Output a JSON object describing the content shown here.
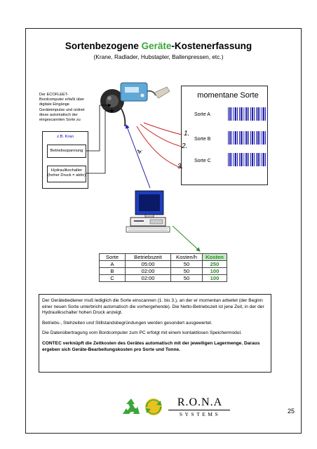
{
  "header": {
    "title_part1": "Sortenbezogene ",
    "title_accent": "Geräte",
    "title_part2": "-Kostenerfassung",
    "subtitle": "(Krane, Radlader, Hubstapler, Ballenpressen, etc.)"
  },
  "diagram": {
    "intro_text": "Der ECOFLEET-Bordcomputer erfaßt über digitale Eingänge Geräteimpulse und ordnet diese automatisch der eingescannten Sorte zu",
    "crane_label": "z.B. Kran",
    "input1": "Betriebsspannung",
    "input2": "Hydraulikschalter (hoher Druck = aktiv)",
    "arrow_label": "4.",
    "sorte_title": "momentane Sorte",
    "sorten": [
      {
        "name": "Sorte A",
        "num": "1."
      },
      {
        "name": "Sorte B",
        "num": "2."
      },
      {
        "name": "Sorte C",
        "num": "3."
      }
    ]
  },
  "table": {
    "headers": [
      "Sorte",
      "Betriebszeit",
      "Kosten/h",
      "Kosten"
    ],
    "rows": [
      [
        "A",
        "05:00",
        "50",
        "250"
      ],
      [
        "B",
        "02:00",
        "50",
        "100"
      ],
      [
        "C",
        "02:00",
        "50",
        "100"
      ]
    ]
  },
  "description": {
    "p1": "Der Gerätebediener muß lediglich die Sorte einscannen (1. bis 3.), an der er momentan arbeitet (der Beginn einer neuen Sorte unterbricht automatisch die vorhergehende). Die Netto-Betriebszeit ist jene Zeit, in der der Hydraulikschalter hohen Druck anzeigt.",
    "p2": "Betriebs-, Stehzeiten und Stillstandsbegründungen werden gesondert ausgewertet.",
    "p3": "Die Datenübertragung vom Bordcomputer zum PC erfolgt mit einem kontaktlosen Speichermodul.",
    "p4": "CONTEC verknüpft die Zeitkosten des Gerätes automatisch mit der jeweiligen Lagermenge. Daraus ergeben sich Geräte-Bearbeitungskosten pro Sorte und Tonne."
  },
  "footer": {
    "logo_name": "R.O.N.A",
    "logo_sub": "SYSTEMS",
    "page_number": "25"
  },
  "colors": {
    "accent_green": "#3aa53a",
    "arrow_red": "#cc2222",
    "barcode_blue": "#1a1aa8"
  }
}
